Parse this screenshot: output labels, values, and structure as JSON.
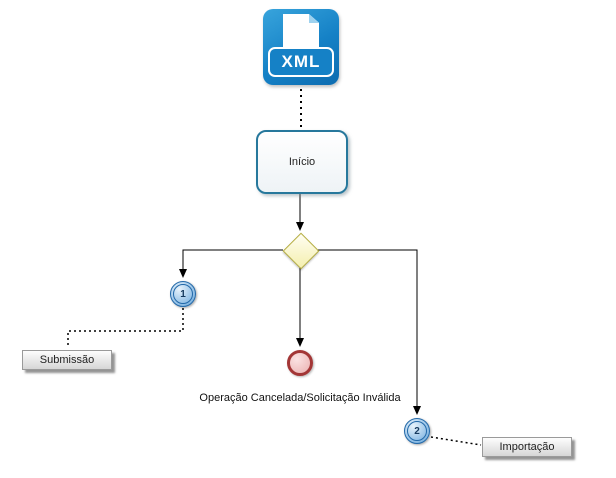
{
  "diagram": {
    "xml_icon_label": "XML",
    "start_label": "Início",
    "event1_label": "1",
    "event2_label": "2",
    "end_caption": "Operação Cancelada/Solicitação Inválida",
    "annotation_submissao": "Submissão",
    "annotation_importacao": "Importação"
  },
  "colors": {
    "icon_blue": "#1581c6",
    "start_border_teal": "#27789c",
    "gateway_fill": "#f4efae",
    "gateway_border": "#b5ad3e",
    "event_border_blue": "#2268a8",
    "event_fill_blue": "#8abbe4",
    "end_border_red": "#a33636",
    "end_fill_red": "#eab0b0",
    "connector": "#000000",
    "background": "#ffffff"
  }
}
